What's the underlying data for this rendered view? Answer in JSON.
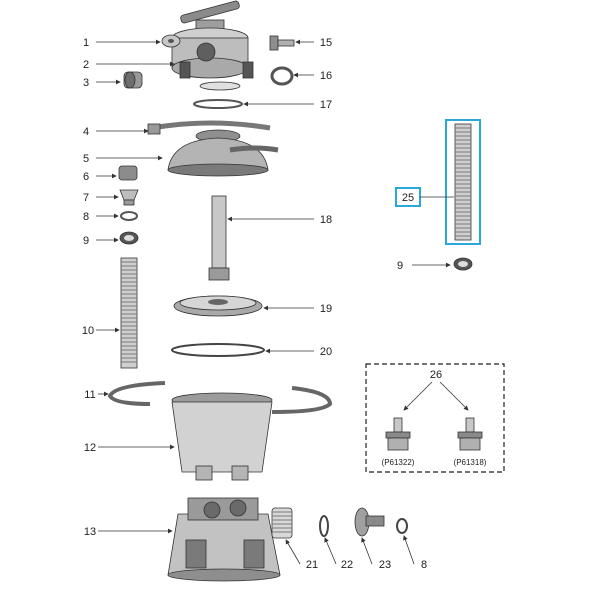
{
  "callouts": {
    "c1": "1",
    "c2": "2",
    "c3": "3",
    "c4": "4",
    "c5": "5",
    "c6": "6",
    "c7": "7",
    "c8": "8",
    "c9": "9",
    "c10": "10",
    "c11": "11",
    "c12": "12",
    "c13": "13",
    "c15": "15",
    "c16": "16",
    "c17": "17",
    "c18": "18",
    "c19": "19",
    "c20": "20",
    "c21": "21",
    "c22": "22",
    "c23": "23",
    "c8b": "8",
    "c9b": "9",
    "c25": "25",
    "c26": "26"
  },
  "inset": {
    "left_code": "(P61322)",
    "right_code": "(P61318)"
  },
  "colors": {
    "highlight": "#2aa9d8",
    "part_fill": "#bdbdbd",
    "part_dark": "#6d6d6d"
  }
}
